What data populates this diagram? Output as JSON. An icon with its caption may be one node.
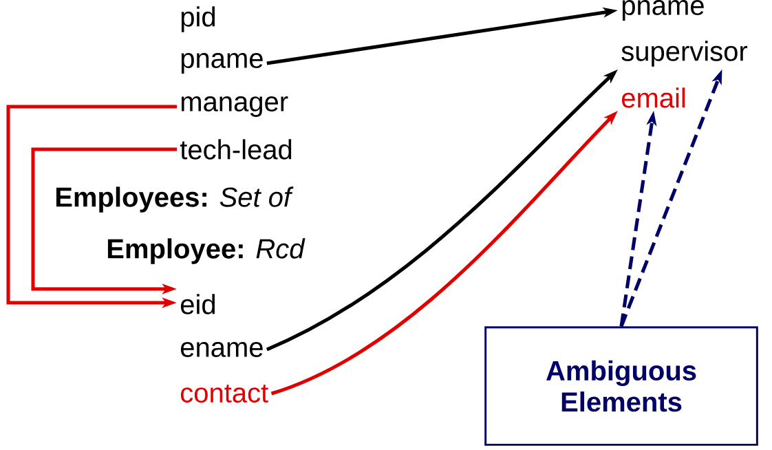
{
  "diagram": {
    "nodes": [
      {
        "text": [
          "pname"
        ]
      },
      {
        "text": [
          "manager"
        ]
      },
      {
        "text": [
          "tech-lead"
        ]
      },
      {
        "text": [
          "eid"
        ]
      },
      {
        "text": [
          "ename"
        ]
      },
      {
        "text": [
          "contact"
        ]
      },
      {
        "text": [
          "pname"
        ]
      },
      {
        "text": [
          "supervisor"
        ]
      },
      {
        "text": [
          "email"
        ]
      },
      {
        "text": [
          "Ambiguous Elements"
        ]
      }
    ],
    "edges": [
      {
        "from": 0,
        "to": 6,
        "arrow": "to",
        "color": "#000000"
      },
      {
        "from": 1,
        "to": 3,
        "arrow": "to",
        "color": "#e00000"
      },
      {
        "from": 2,
        "to": 3,
        "arrow": "to",
        "color": "#e00000"
      },
      {
        "from": 4,
        "to": 7,
        "arrow": "to",
        "color": "#000000"
      },
      {
        "from": 5,
        "to": 8,
        "arrow": "to",
        "color": "#e00000"
      },
      {
        "from": 9,
        "to": 8,
        "arrow": "to",
        "style": "dashed",
        "color": "#000066"
      },
      {
        "from": 9,
        "to": 7,
        "arrow": "to",
        "style": "dashed",
        "color": "#000066"
      }
    ],
    "labels": [
      "pid",
      "**Employees:** *Set of*",
      "**Employee:** *Rcd*"
    ]
  }
}
